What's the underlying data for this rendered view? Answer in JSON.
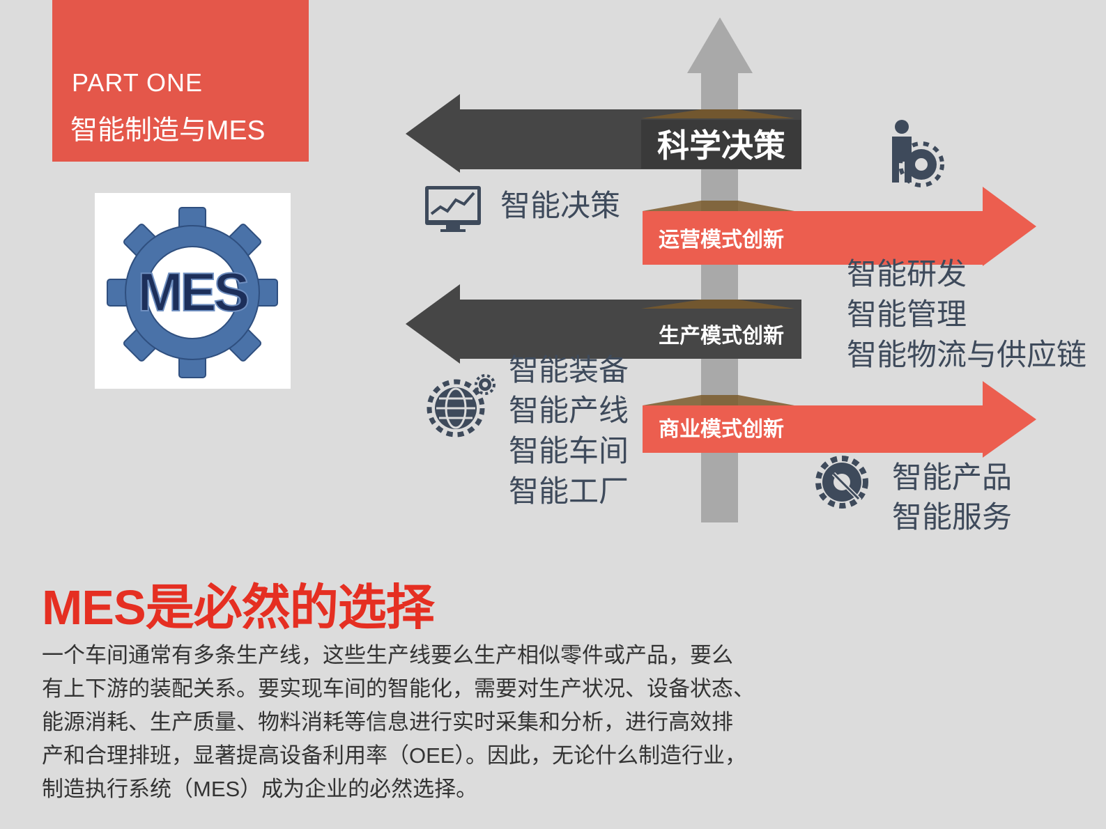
{
  "header": {
    "part_label": "PART ONE",
    "subtitle": "智能制造与MES"
  },
  "logo": {
    "text": "MES"
  },
  "diagram": {
    "center_arrow": "科学决策",
    "bands": [
      {
        "label": "科学决策",
        "direction": "left",
        "color": "#464646"
      },
      {
        "label": "运营模式创新",
        "direction": "right",
        "color": "#ec5e4f"
      },
      {
        "label": "生产模式创新",
        "direction": "left",
        "color": "#464646"
      },
      {
        "label": "商业模式创新",
        "direction": "right",
        "color": "#ec5e4f"
      }
    ],
    "groups": {
      "decision": {
        "icon": "monitor-chart-icon",
        "items": [
          "智能决策"
        ]
      },
      "management": {
        "icon": "person-gear-icon",
        "items": [
          "智能研发",
          "智能管理",
          "智能物流与供应链"
        ]
      },
      "production": {
        "icon": "globe-gear-icon",
        "items": [
          "智能装备",
          "智能产线",
          "智能车间",
          "智能工厂"
        ]
      },
      "business": {
        "icon": "wrench-gear-icon",
        "items": [
          "智能产品",
          "智能服务"
        ]
      }
    },
    "colors": {
      "dark_band": "#464646",
      "red_band": "#ec5e4f",
      "axis": "#a9a9a9",
      "label_text": "#3e4a5b"
    }
  },
  "headline": "MES是必然的选择",
  "paragraph_lines": [
    "一个车间通常有多条生产线，这些生产线要么生产相似零件或产品，要么",
    "有上下游的装配关系。要实现车间的智能化，需要对生产状况、设备状态、",
    "能源消耗、生产质量、物料消耗等信息进行实时采集和分析，进行高效排",
    "产和合理排班，显著提高设备利用率（OEE）。因此，无论什么制造行业，",
    "制造执行系统（MES）成为企业的必然选择。"
  ],
  "colors": {
    "background": "#dcdcdc",
    "accent": "#e4574a",
    "headline": "#e52f22"
  }
}
